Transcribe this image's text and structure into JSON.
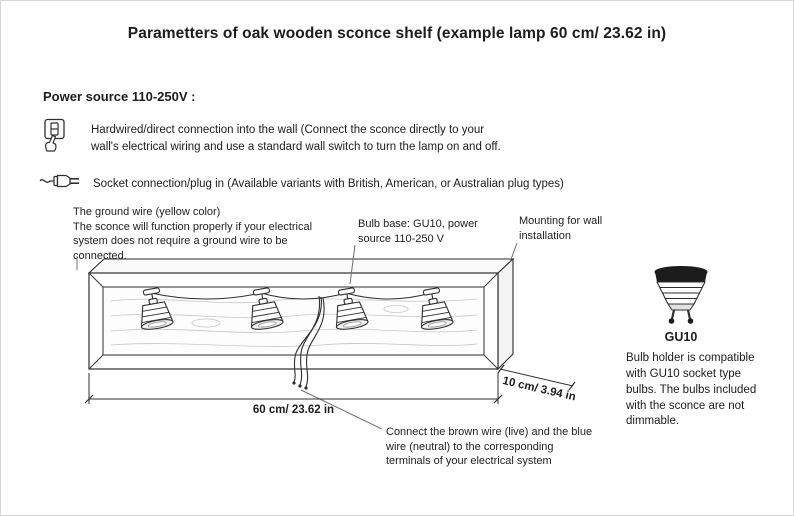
{
  "title": "Parametters of oak wooden sconce shelf (example lamp 60 cm/ 23.62 in)",
  "power_source": {
    "heading": "Power source 110-250V :",
    "hardwired_icon": "wall-switch-hand-icon",
    "hardwired_text": "Hardwired/direct connection into the wall (Connect the sconce directly to your\nwall's electrical wiring and use a standard wall switch to turn the lamp on and off.",
    "socket_icon": "power-plug-icon",
    "socket_text": "Socket connection/plug in (Available variants with British, American, or Australian plug types)"
  },
  "callouts": {
    "ground_wire": "The ground wire (yellow color)\nThe sconce will function properly if your electrical\nsystem does not require a ground wire to be\nconnected.",
    "bulb_base": "Bulb base: GU10, power\nsource 110-250 V",
    "mounting": "Mounting for wall\ninstallation",
    "wiring": "Connect the brown wire (live) and the blue\nwire (neutral) to the corresponding\nterminals of your electrical system"
  },
  "dimensions": {
    "length": "60 cm/ 23.62 in",
    "depth": "10 cm/ 3.94 in"
  },
  "bulb": {
    "label": "GU10",
    "description": "Bulb holder is compatible\nwith GU10 socket type\nbulbs. The bulbs included\nwith the sconce are not\ndimmable."
  },
  "diagram": {
    "lamp_count": "4",
    "line_color": "#2f2f2f"
  }
}
